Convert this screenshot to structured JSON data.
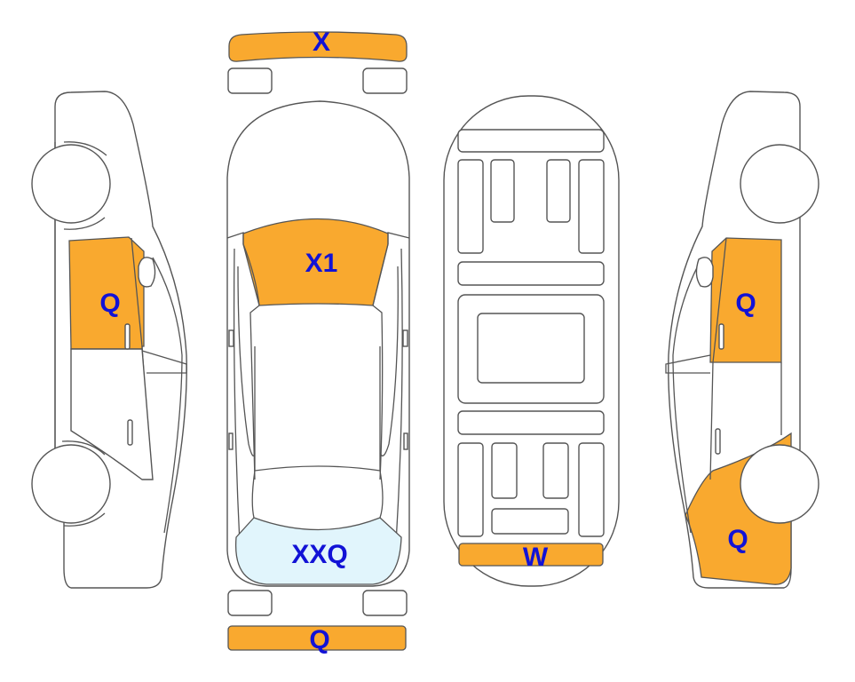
{
  "colors": {
    "damage_orange": "#F9A92F",
    "damage_light_blue": "#E1F5FC",
    "label_blue": "#1212D6"
  },
  "labels": {
    "front_bumper": "X",
    "windshield": "X1",
    "rear_window": "XXQ",
    "rear_bumper": "Q",
    "underbody_rear": "W",
    "left_front_door": "Q",
    "right_front_door": "Q",
    "right_rear_fender": "Q"
  }
}
